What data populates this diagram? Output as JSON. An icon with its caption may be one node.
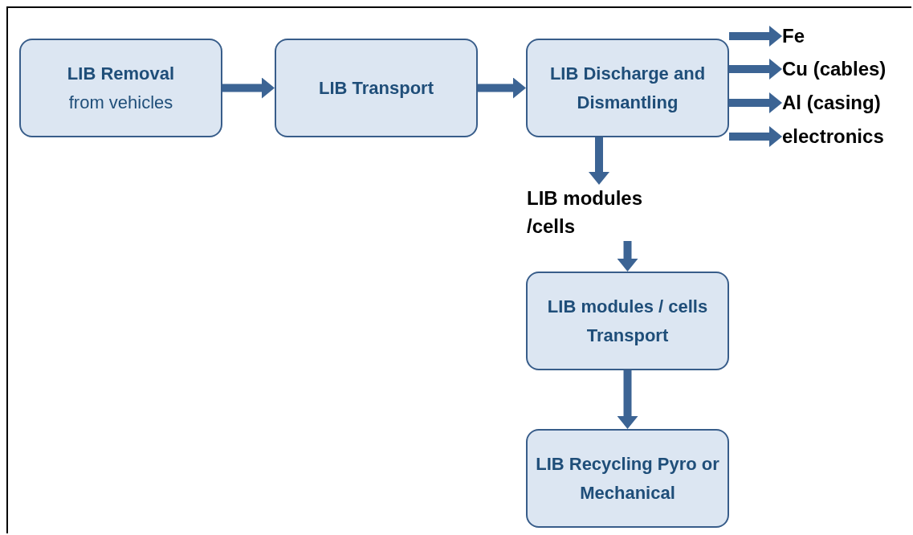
{
  "diagram": {
    "nodes": [
      {
        "text": [
          "LIB Removal",
          "from vehicles"
        ]
      },
      {
        "text": [
          "LIB Transport"
        ]
      },
      {
        "text": [
          "LIB Discharge and Dismantling"
        ]
      },
      {
        "text": [
          "Fe"
        ]
      },
      {
        "text": [
          "Cu (cables)"
        ]
      },
      {
        "text": [
          "Al (casing)"
        ]
      },
      {
        "text": [
          "electronics"
        ]
      },
      {
        "text": [
          "LIB modules /cells"
        ]
      },
      {
        "text": [
          "LIB modules / cells Transport"
        ]
      },
      {
        "text": [
          "LIB Recycling Pyro or Mechanical"
        ]
      }
    ],
    "edges": [
      {
        "from": 0,
        "to": 1,
        "arrow": "to"
      },
      {
        "from": 1,
        "to": 2,
        "arrow": "to"
      },
      {
        "from": 2,
        "to": 3,
        "arrow": "to"
      },
      {
        "from": 2,
        "to": 4,
        "arrow": "to"
      },
      {
        "from": 2,
        "to": 5,
        "arrow": "to"
      },
      {
        "from": 2,
        "to": 6,
        "arrow": "to"
      },
      {
        "from": 2,
        "to": 7,
        "arrow": "to"
      },
      {
        "from": 7,
        "to": 8,
        "arrow": "to"
      },
      {
        "from": 8,
        "to": 9,
        "arrow": "to"
      }
    ]
  }
}
